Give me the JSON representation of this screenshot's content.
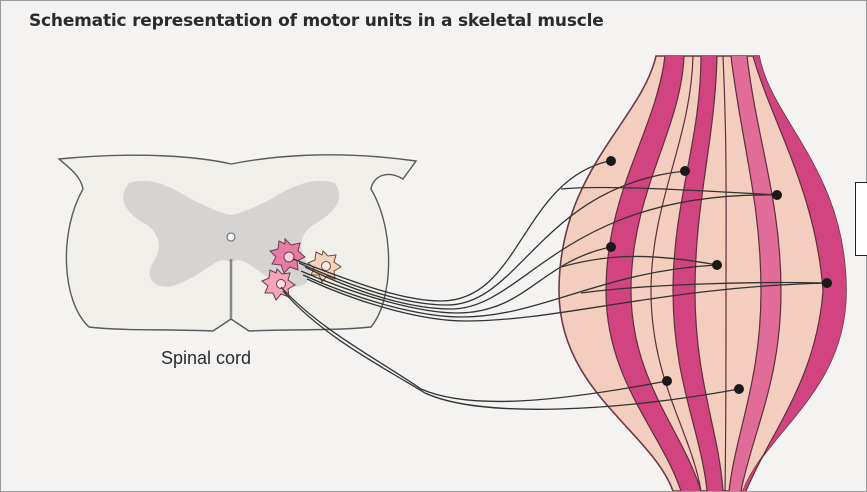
{
  "diagram": {
    "title": "Schematic representation of motor units in a skeletal muscle",
    "labels": {
      "spinal_cord": "Spinal cord"
    },
    "colors": {
      "background": "#f4f3f1",
      "spinal_cord_fill": "#f1efea",
      "grey_matter": "#d6d3d3",
      "muscle_dark_band": "#d2447f",
      "muscle_light_band": "#f3cdbd",
      "neuron_pink": "#e87aa6",
      "neuron_peach": "#f6d3bd",
      "nerve_line": "#333333",
      "endplate": "#1a1a1a"
    },
    "icons": [
      "motor-neuron",
      "muscle-fiber",
      "nerve-axon",
      "motor-endplate"
    ]
  }
}
